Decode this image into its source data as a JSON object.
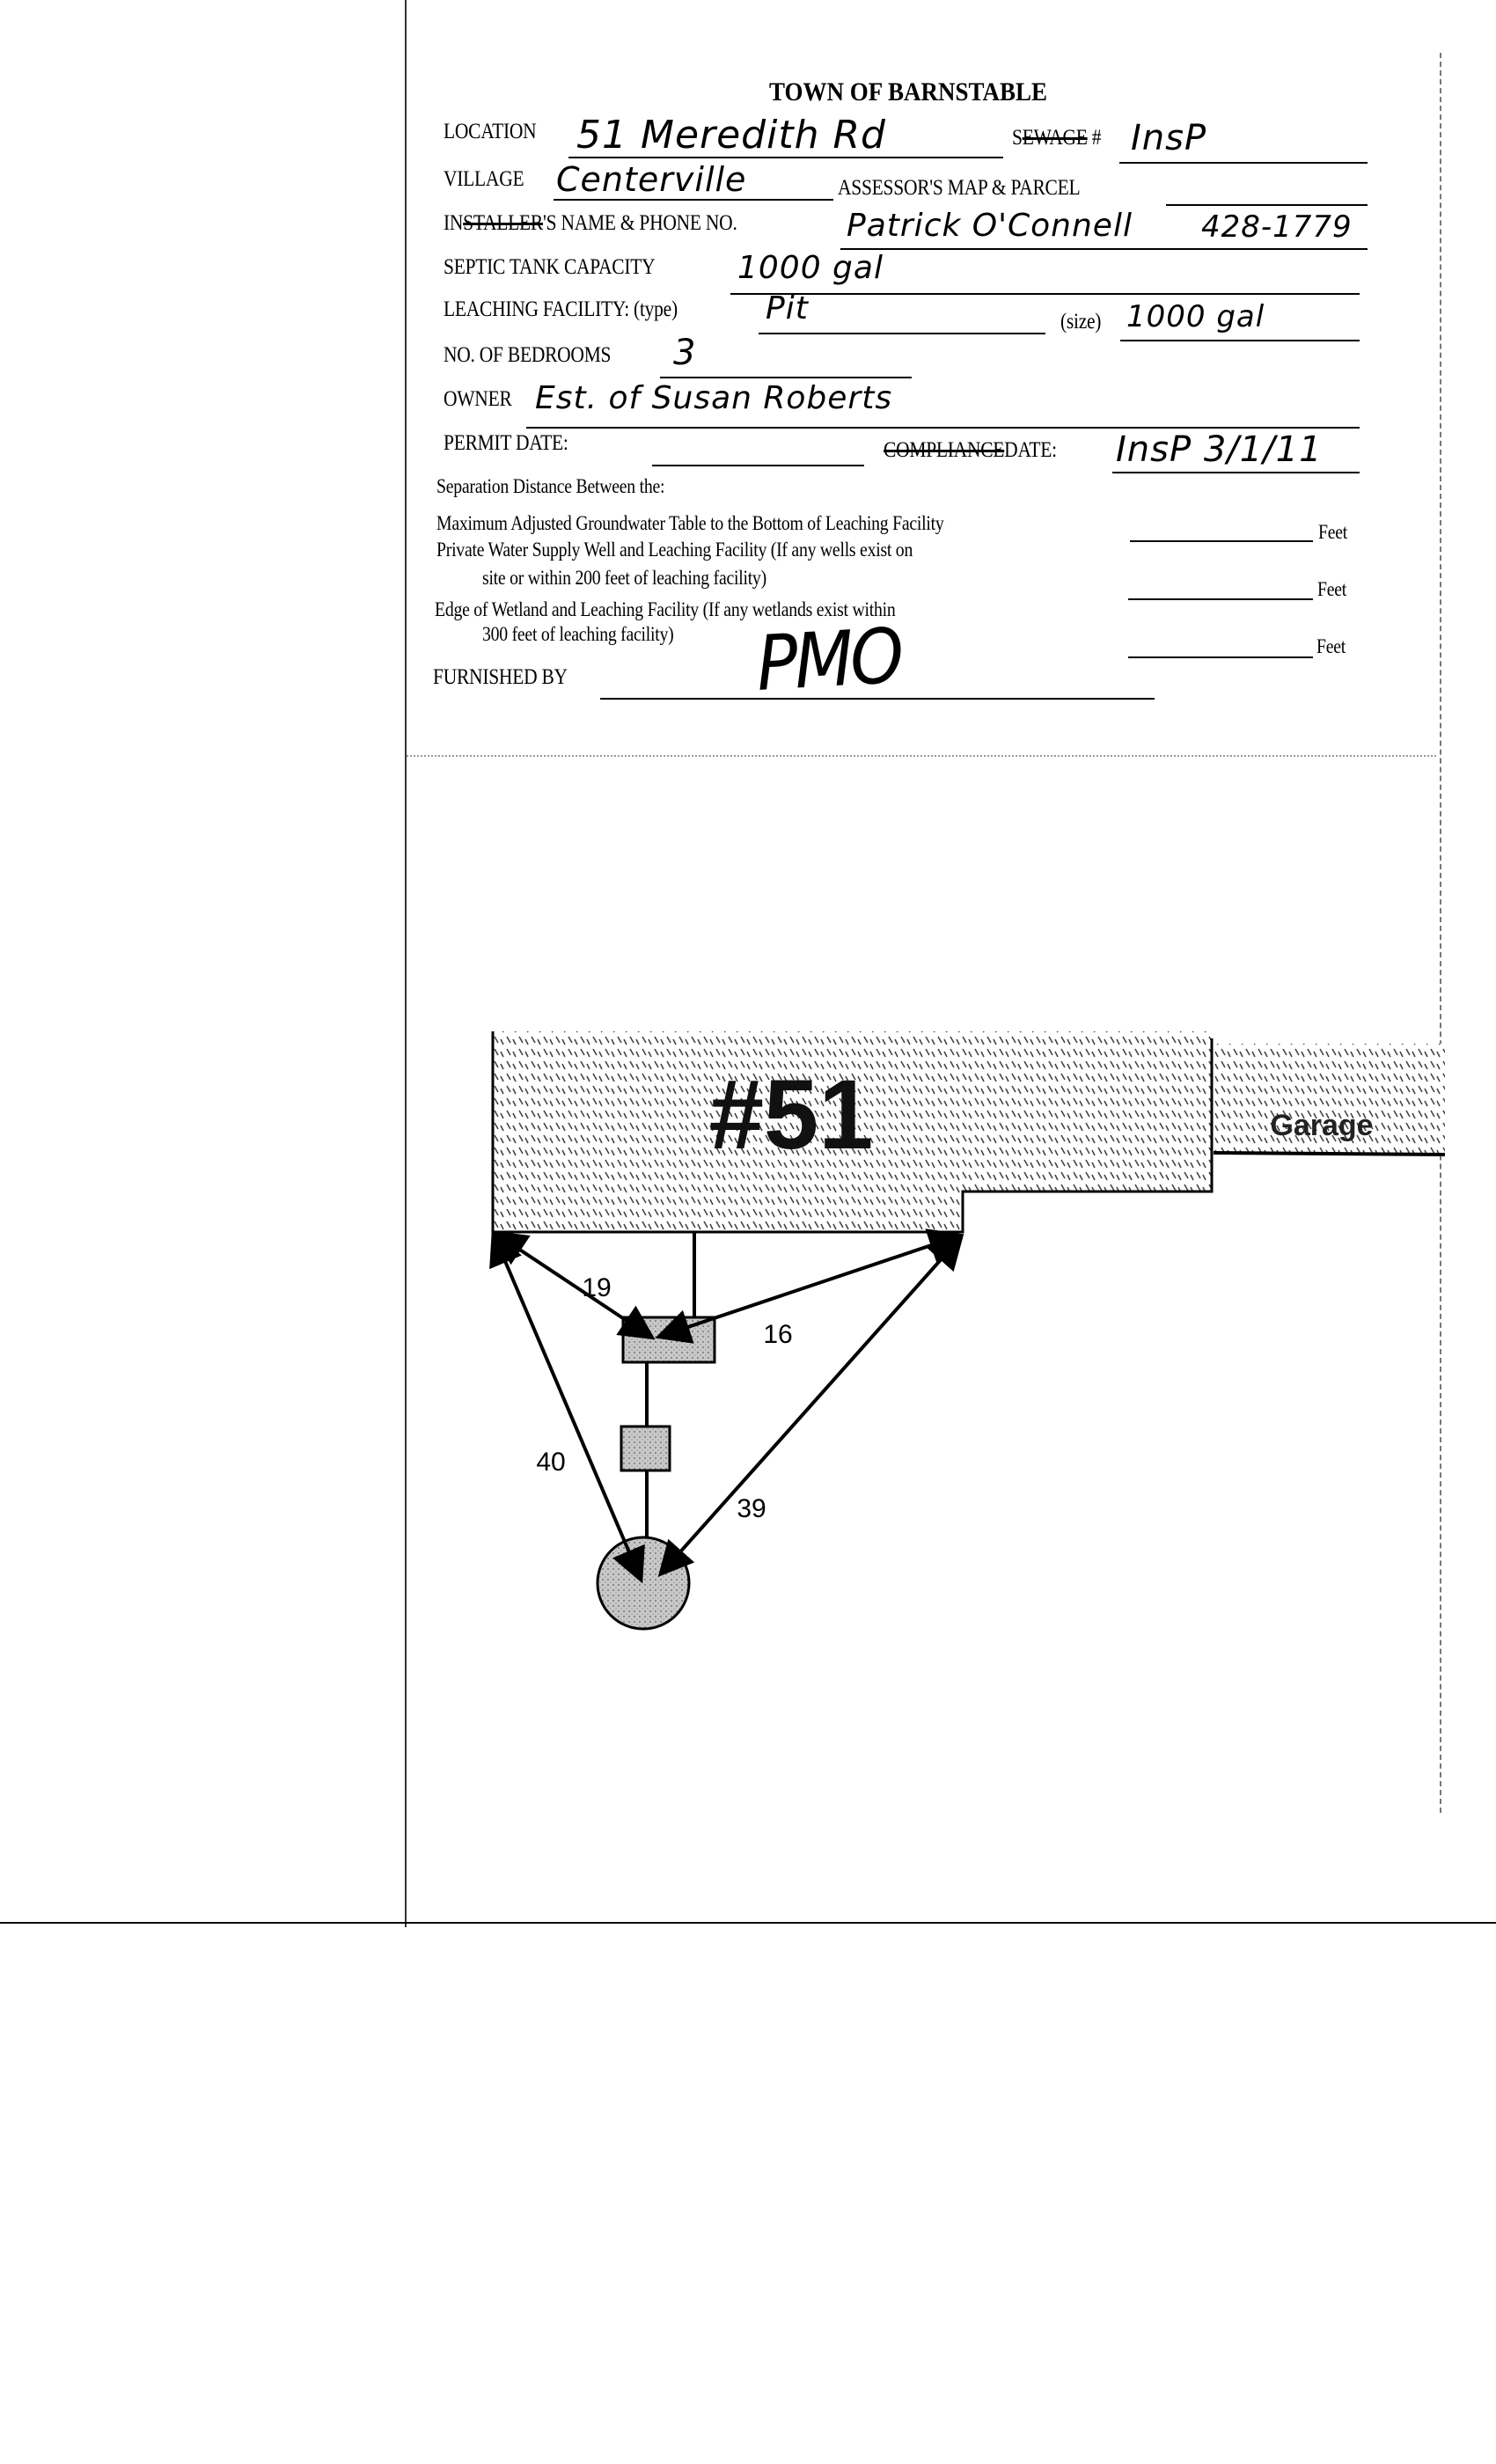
{
  "form": {
    "title": "TOWN OF BARNSTABLE",
    "location_label": "LOCATION",
    "location_value": "51 Meredith Rd",
    "sewage_prefix": "S",
    "sewage_struck": "EWAGE",
    "sewage_suffix": " #",
    "sewage_value": "InsP",
    "village_label": "VILLAGE",
    "village_value": "Centerville",
    "assessor_label": "ASSESSOR'S MAP & PARCEL",
    "assessor_value": "",
    "installer_prefix": "IN",
    "installer_struck": "STALLER",
    "installer_suffix": "'S NAME & PHONE NO.",
    "installer_value": "Patrick O'Connell",
    "installer_phone": "428-1779",
    "septic_label": "SEPTIC TANK CAPACITY",
    "septic_value": "1000 gal",
    "leaching_label": "LEACHING FACILITY: (type)",
    "leaching_type": "Pit",
    "size_label": "(size)",
    "size_value": "1000 gal",
    "bedrooms_label": "NO. OF BEDROOMS",
    "bedrooms_value": "3",
    "owner_label": "OWNER",
    "owner_value": "Est. of Susan Roberts",
    "permit_label": "PERMIT DATE:",
    "permit_value": "",
    "compliance_struck": "COMPLIANCE",
    "date_label": "DATE:",
    "date_value": "InsP 3/1/11",
    "separation_heading": "Separation Distance Between the:",
    "sep1": "Maximum Adjusted Groundwater Table to the Bottom of Leaching Facility",
    "sep2a": "Private Water Supply Well and Leaching Facility (If any wells exist on",
    "sep2b": "site or within 200 feet of leaching facility)",
    "sep3a": "Edge of Wetland and Leaching Facility (If any wetlands exist within",
    "sep3b": "300 feet of leaching facility)",
    "feet_label": "Feet",
    "furnished_label": "FURNISHED BY",
    "furnished_signature": "PMO"
  },
  "diagram": {
    "house_label": "#51",
    "garage_label": "Garage",
    "distances": {
      "house_left_to_tank": "19",
      "house_right_to_tank": "16",
      "house_left_to_leach": "40",
      "house_right_to_leach": "39"
    },
    "colors": {
      "fill_gray": "#c8c8c8",
      "hatch": "#444444"
    }
  }
}
